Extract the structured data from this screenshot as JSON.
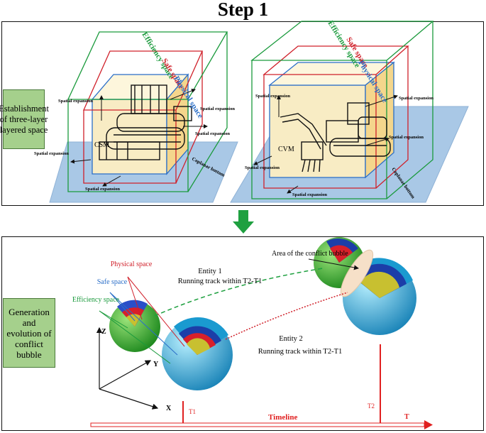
{
  "title": "Step 1",
  "top": {
    "side_label": "Establishment of three-layer layered space",
    "left_model": {
      "efficiency": "Efficiency space",
      "safe": "Safe space",
      "physical": "Physical space",
      "machine": "CSM",
      "expansion": "Spatial expansion",
      "coplanar": "Coplanar bottom"
    },
    "right_model": {
      "efficiency": "Efficiency space",
      "safe": "Safe space",
      "physical": "Physical space",
      "machine": "CVM",
      "expansion": "Spatial expansion",
      "coplanar": "Coplanar bottom"
    }
  },
  "bottom": {
    "side_label": "Generation and evolution of conflict bubble",
    "physical_label": "Physical space",
    "safe_label": "Safe space",
    "efficiency_label": "Efficiency space",
    "entity1": "Entity 1",
    "entity1_track": "Running track within  T2-T1",
    "entity2": "Entity 2",
    "entity2_track": "Running track within  T2-T1",
    "conflict_area": "Area of the conflict bubble",
    "axis_z": "Z",
    "axis_y": "Y",
    "axis_x": "X",
    "t1": "T1",
    "t2": "T2",
    "t": "T",
    "timeline": "Timeline"
  },
  "colors": {
    "efficiency": "#1a9a3c",
    "safe": "#d0202a",
    "physical": "#2a6ec8",
    "arrow": "#1fa040",
    "side_bg": "#a5d08c",
    "timeline": "#e02020"
  }
}
